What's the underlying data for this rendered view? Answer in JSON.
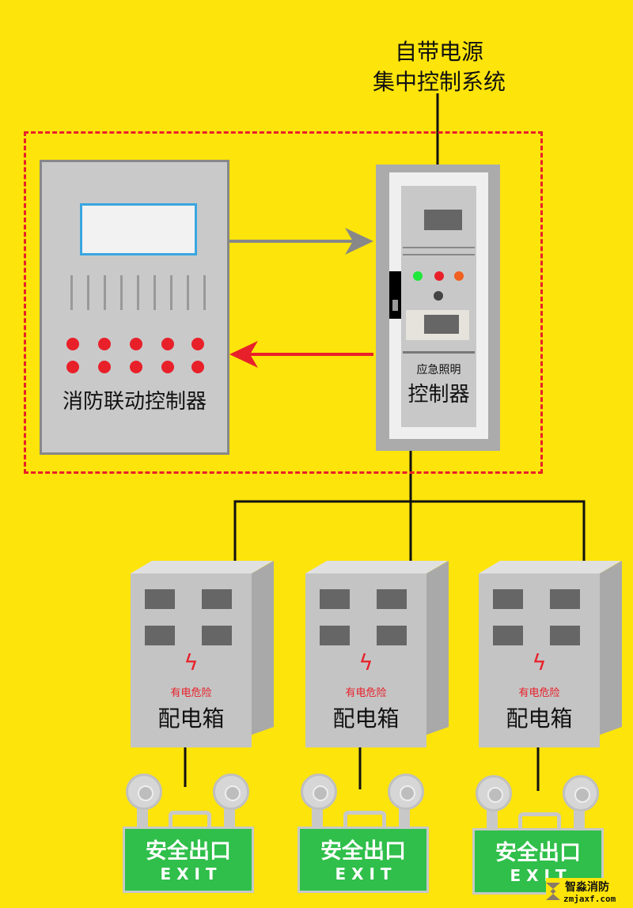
{
  "title": {
    "line1": "自带电源",
    "line2": "集中控制系统"
  },
  "fire_controller": {
    "label": "消防联动控制器"
  },
  "emergency_controller": {
    "small": "应急照明",
    "label": "控制器"
  },
  "distribution_boxes": [
    {
      "warning": "有电危险",
      "label": "配电箱"
    },
    {
      "warning": "有电危险",
      "label": "配电箱"
    },
    {
      "warning": "有电危险",
      "label": "配电箱"
    }
  ],
  "exit_signs": [
    {
      "cn": "安全出口",
      "en": "E X I T"
    },
    {
      "cn": "安全出口",
      "en": "E X I T"
    },
    {
      "cn": "安全出口",
      "en": "E X I T"
    }
  ],
  "watermark": {
    "name": "智淼消防",
    "url": "zmjaxf.com"
  },
  "colors": {
    "background": "#fde40a",
    "dash": "#e8202a",
    "green": "#2fbf4a"
  }
}
